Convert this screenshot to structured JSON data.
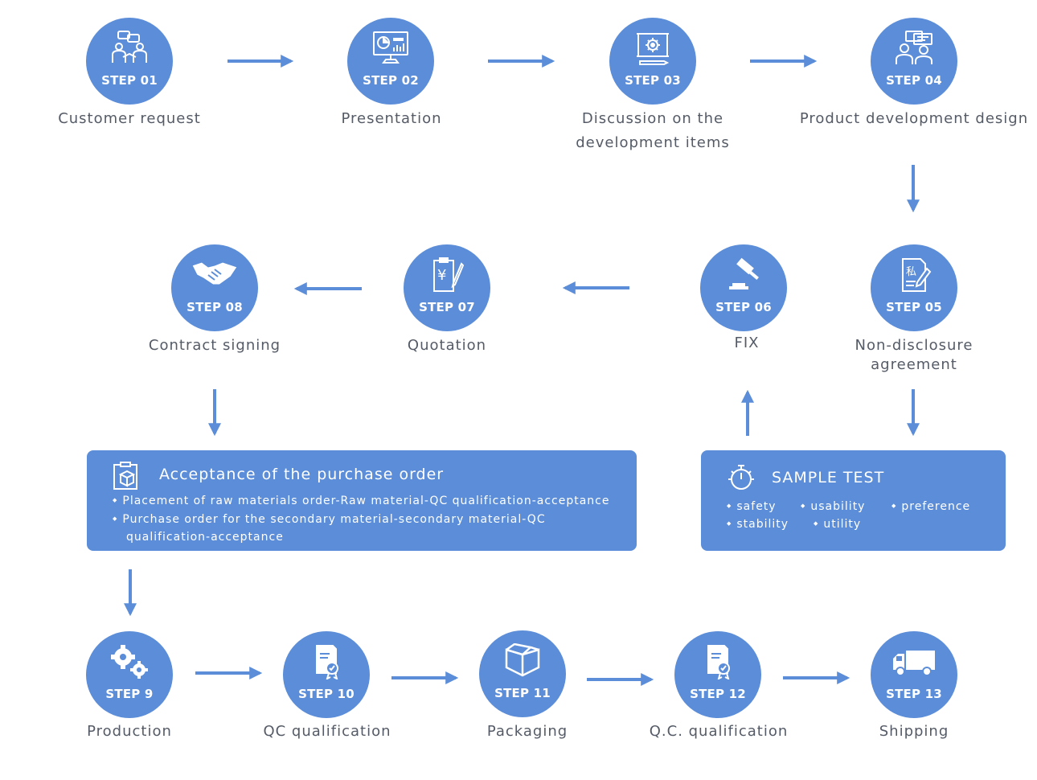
{
  "steps": [
    {
      "number": "STEP 01",
      "label": "Customer request"
    },
    {
      "number": "STEP 02",
      "label": "Presentation"
    },
    {
      "number": "STEP 03",
      "label": "Discussion on the development items"
    },
    {
      "number": "STEP 04",
      "label": "Product development design"
    },
    {
      "number": "STEP 05",
      "label": "Non-disclosure agreement"
    },
    {
      "number": "STEP 06",
      "label": "FIX"
    },
    {
      "number": "STEP 07",
      "label": "Quotation"
    },
    {
      "number": "STEP 08",
      "label": "Contract signing"
    },
    {
      "number": "STEP 9",
      "label": "Production"
    },
    {
      "number": "STEP 10",
      "label": "QC qualification"
    },
    {
      "number": "STEP 11",
      "label": "Packaging"
    },
    {
      "number": "STEP 12",
      "label": "Q.C. qualification"
    },
    {
      "number": "STEP 13",
      "label": "Shipping"
    }
  ],
  "purchase_order": {
    "title": "Acceptance of the purchase order",
    "items": [
      "Placement of raw materials order-Raw material-QC qualification-acceptance",
      "Purchase order for the secondary material-secondary material-QC",
      "qualification-acceptance"
    ]
  },
  "sample_test": {
    "title": "SAMPLE TEST",
    "items": [
      "safety",
      "usability",
      "preference",
      "stability",
      "utility"
    ]
  },
  "colors": {
    "accent": "#5b8dd8",
    "text": "#555b66",
    "white": "#ffffff"
  },
  "icons": [
    "meeting-icon",
    "presentation-icon",
    "blueprint-gear-icon",
    "team-icon",
    "nda-document-icon",
    "gavel-icon",
    "yen-clipboard-icon",
    "handshake-icon",
    "gears-icon",
    "certificate-icon",
    "box-icon",
    "certificate-icon",
    "truck-icon",
    "clipboard-box-icon",
    "stopwatch-icon"
  ]
}
